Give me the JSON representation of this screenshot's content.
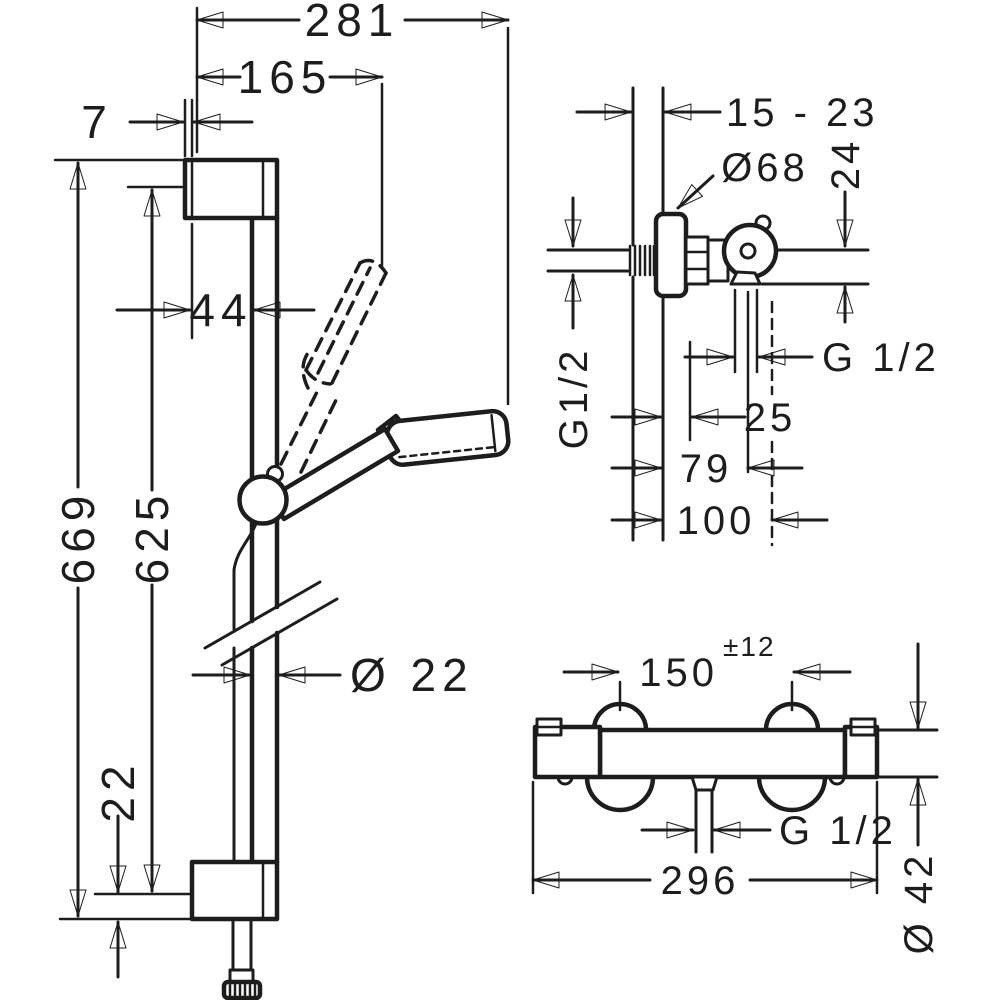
{
  "colors": {
    "ink": "#1d1d1b",
    "background": "#ffffff"
  },
  "shower_set_view": {
    "name": "shower rail with hand shower - front view",
    "dims": {
      "overall_width": "281",
      "head_reach": "165",
      "bracket_lip": "7",
      "rail_offset": "44",
      "overall_height": "669",
      "rail_height": "625",
      "bottom_gap": "22",
      "rail_diameter": "Ø 22"
    }
  },
  "wall_bracket_view": {
    "name": "wall support - side view",
    "dims": {
      "wall_thickness_range": "15 - 23",
      "escutcheon_diameter": "Ø68",
      "drop": "24",
      "supply_thread": "G1/2",
      "outlet_thread": "G 1/2",
      "nut_depth": "25",
      "holder_depth": "79",
      "total_depth": "100"
    }
  },
  "mixer_view": {
    "name": "thermostatic mixer - front view",
    "dims": {
      "connection_centres": "150",
      "connection_tolerance": "±12",
      "outlet_thread": "G 1/2",
      "overall_width": "296",
      "body_diameter": "Ø 42"
    }
  }
}
